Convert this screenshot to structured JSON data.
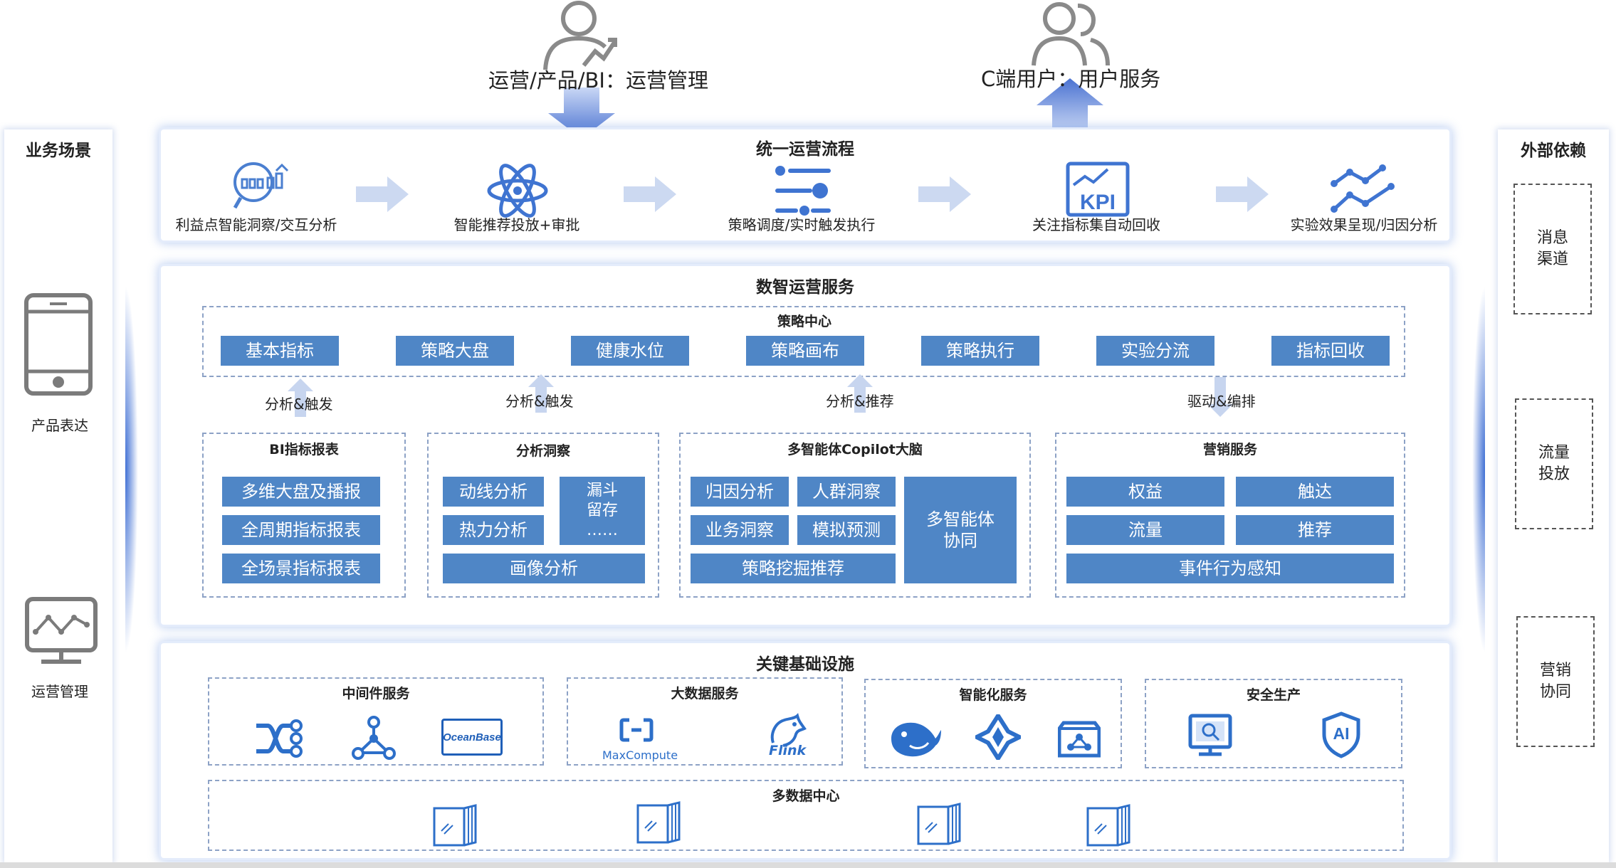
{
  "header": {
    "left_role": "运营/产品/BI：运营管理",
    "right_role": "C端用户：用户服务"
  },
  "left_panel": {
    "title": "业务场景",
    "items": [
      "产品表达",
      "运营管理"
    ]
  },
  "right_panel": {
    "title": "外部依赖",
    "items": [
      "消息\n渠道",
      "流量\n投放",
      "营销\n协同"
    ]
  },
  "flow": {
    "title": "统一运营流程",
    "steps": [
      "利益点智能洞察/交互分析",
      "智能推荐投放+审批",
      "策略调度/实时触发执行",
      "关注指标集自动回收",
      "实验效果呈现/归因分析"
    ]
  },
  "service": {
    "title": "数智运营服务",
    "strategy_center": {
      "title": "策略中心",
      "items": [
        "基本指标",
        "策略大盘",
        "健康水位",
        "策略画布",
        "策略执行",
        "实验分流",
        "指标回收"
      ]
    },
    "connectors": [
      "分析&触发",
      "分析&触发",
      "分析&推荐",
      "驱动&编排"
    ],
    "bi": {
      "title": "BI指标报表",
      "items": [
        "多维大盘及播报",
        "全周期指标报表",
        "全场景指标报表"
      ]
    },
    "insight": {
      "title": "分析洞察",
      "items": [
        "动线分析",
        "热力分析",
        "漏斗\n留存\n……",
        "画像分析"
      ]
    },
    "copilot": {
      "title": "多智能体Copilot大脑",
      "items": [
        "归因分析",
        "人群洞察",
        "业务洞察",
        "模拟预测",
        "策略挖掘推荐",
        "多智能体\n协同"
      ]
    },
    "marketing": {
      "title": "营销服务",
      "items": [
        "权益",
        "触达",
        "流量",
        "推荐",
        "事件行为感知"
      ]
    }
  },
  "infra": {
    "title": "关键基础设施",
    "groups": [
      {
        "title": "中间件服务",
        "icons": [
          "shuffle-icon",
          "network-nodes-icon",
          "oceanbase-logo"
        ],
        "logo_text": "OceanBase"
      },
      {
        "title": "大数据服务",
        "icons": [
          "maxcompute-logo",
          "flink-logo"
        ],
        "logo_texts": [
          "MaxCompute",
          "Flink"
        ]
      },
      {
        "title": "智能化服务",
        "icons": [
          "whale-icon",
          "star-model-icon",
          "cube-graph-icon"
        ]
      },
      {
        "title": "安全生产",
        "icons": [
          "monitor-icon",
          "ai-shield-icon"
        ],
        "logo_text": "AI"
      }
    ],
    "datacenter": {
      "title": "多数据中心",
      "icons": [
        "server-rack-icon",
        "server-rack-icon",
        "server-rack-icon",
        "server-rack-icon"
      ]
    }
  },
  "colors": {
    "accent": "#4f86c6",
    "icon": "#2d6fc9",
    "arrow": "#4a72d1"
  }
}
